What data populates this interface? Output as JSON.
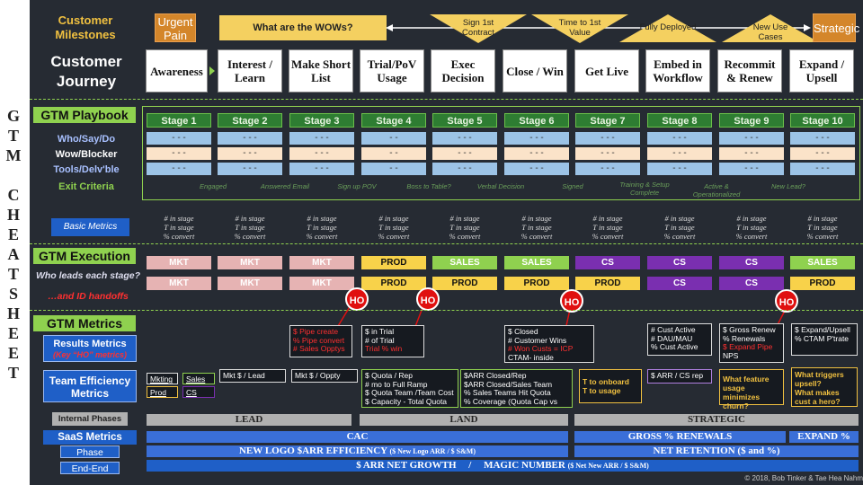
{
  "side_title": [
    "G",
    "T",
    "M",
    "C",
    "H",
    "E",
    "A",
    "T",
    "S",
    "H",
    "E",
    "E",
    "T"
  ],
  "milestones": {
    "label": "Customer Milestones",
    "urgent": "Urgent Pain",
    "wows": "What are the WOWs?",
    "sign": "Sign 1st Contract",
    "ttv": "Time  to 1st Value",
    "deployed": "Fully Deployed",
    "usecases": "New Use Cases",
    "strategic": "Strategic"
  },
  "journey": {
    "label": "Customer Journey",
    "steps": [
      "Awareness",
      "Interest / Learn",
      "Make Short List",
      "Trial/PoV Usage",
      "Exec Decision",
      "Close / Win",
      "Get Live",
      "Embed in Workflow",
      "Recommit & Renew",
      "Expand / Upsell"
    ]
  },
  "playbook": {
    "label": "GTM Playbook",
    "stages": [
      "Stage 1",
      "Stage 2",
      "Stage 3",
      "Stage 4",
      "Stage 5",
      "Stage 6",
      "Stage 7",
      "Stage 8",
      "Stage 9",
      "Stage 10"
    ],
    "rows": [
      {
        "label": "Who/Say/Do",
        "cells": [
          "- - -",
          "- - -",
          "- - -",
          "- -",
          "- - -",
          "- - -",
          "- - -",
          "- - -",
          "- - -",
          "- - -"
        ]
      },
      {
        "label": "Wow/Blocker",
        "cells": [
          "- - -",
          "- - -",
          "- - -",
          "- -",
          "- - -",
          "- - -",
          "- - -",
          "- - -",
          "- - -",
          "- - -"
        ]
      },
      {
        "label": "Tools/Delv'ble",
        "cells": [
          "- - -",
          "- - -",
          "- - -",
          "- -",
          "- - -",
          "- - -",
          "- - -",
          "- - -",
          "- - -",
          "- - -"
        ]
      }
    ],
    "exit_label": "Exit Criteria",
    "exit": [
      "Engaged",
      "Answered Email",
      "Sign up POV",
      "Boss to Table?",
      "Verbal Decision",
      "Signed",
      "Training & Setup Complete",
      "Active & Operationalized",
      "New Lead?"
    ]
  },
  "basic_metrics": {
    "label": "Basic Metrics",
    "line1": "# in stage",
    "line2": "T in stage",
    "line3": "% convert"
  },
  "execution": {
    "label": "GTM Execution",
    "who": "Who leads each stage?",
    "handoffs": "…and ID handoffs",
    "row1": [
      "MKT",
      "MKT",
      "MKT",
      "PROD",
      "SALES",
      "SALES",
      "CS",
      "CS",
      "CS",
      "SALES"
    ],
    "row2": [
      "MKT",
      "MKT",
      "MKT",
      "PROD",
      "PROD",
      "PROD",
      "PROD",
      "CS",
      "CS",
      "PROD"
    ],
    "ho": "HO"
  },
  "metrics": {
    "label": "GTM Metrics",
    "results_label": "Results Metrics",
    "results_sub": "(Key “HO” metrics)",
    "r_stage3": [
      "$ Pipe create",
      "% Pipe convert",
      "# Sales Opptys"
    ],
    "r_stage4": [
      "$ in Trial",
      "# of Trial",
      "Trial % win"
    ],
    "r_stage6": [
      "$ Closed",
      "# Customer Wins",
      "# Won Custs = ICP",
      "CTAM- inside customers"
    ],
    "r_stage8": [
      "# Cust Active",
      "# DAU/MAU",
      "% Cust Active"
    ],
    "r_stage9": [
      "$ Gross Renew",
      "% Renewals",
      "$ Expand Pipe",
      "NPS"
    ],
    "r_stage10": [
      "$ Expand/Upsell",
      "% CTAM P'trate"
    ],
    "team_label": "Team Efficiency Metrics",
    "t_mkting": "Mkting",
    "t_sales": "Sales",
    "t_prod": "Prod",
    "t_cs": "CS",
    "t_mkt_lead": "Mkt $ / Lead",
    "t_mkt_oppty": "Mkt $ / Oppty",
    "t_quota": [
      "$ Quota / Rep",
      "# mo to Full Ramp",
      "$ Quota Team /Team Cost",
      "$ Capacity - Total  Quota"
    ],
    "t_arr": [
      "$ARR Closed/Rep",
      "$ARR Closed/Sales Team",
      "% Sales Teams Hit  Quota",
      "% Coverage (Quota Cap vs Plan)"
    ],
    "t_onboard": [
      "T to onboard",
      "T to usage"
    ],
    "t_arr_cs": "$ ARR  / CS rep",
    "t_feature": [
      "What feature",
      "usage minimizes",
      "churn?"
    ],
    "t_upsell": [
      "What triggers",
      "upsell?",
      "What makes",
      "cust a hero?"
    ]
  },
  "phases": {
    "label": "Internal Phases",
    "lead": "LEAD",
    "land": "LAND",
    "strategic": "STRATEGIC"
  },
  "saas": {
    "label": "SaaS Metrics",
    "phase_label": "Phase",
    "end_label": "End-End",
    "cac": "CAC",
    "gross": "GROSS % RENEWALS",
    "expand": "EXPAND %",
    "newlogo": "NEW LOGO $ARR EFFICIENCY",
    "newlogo_sub": "($ New Logo ARR / $ S&M)",
    "netret": "NET RETENTION ($ and %)",
    "arr": "$ ARR NET GROWTH     /     MAGIC NUMBER",
    "arr_sub": "($ Net New ARR / $ S&M)"
  },
  "copyright": "© 2018, Bob Tinker & Tae Hea Nahm",
  "colors": {
    "bg": "#262b33",
    "green": "#8fd14f",
    "gold": "#f0c040",
    "blue": "#1f5fc7",
    "mkt": "#e6b3b3",
    "prod": "#f8d24a",
    "sales": "#8fd14f",
    "cs": "#7a2fb0",
    "red": "#e01010"
  }
}
